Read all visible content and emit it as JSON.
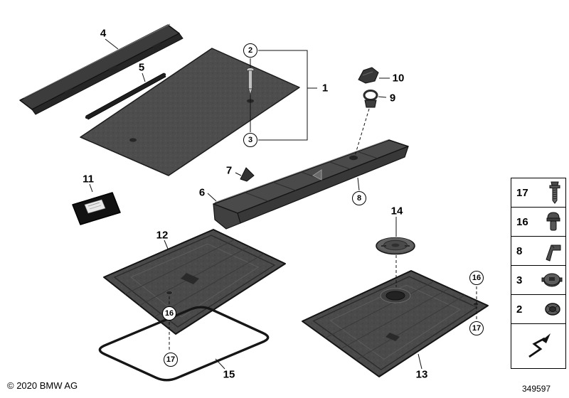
{
  "diagram": {
    "copyright": "© 2020 BMW AG",
    "number": "349597"
  },
  "callouts": {
    "item1": "1",
    "item2": "2",
    "item3": "3",
    "item4": "4",
    "item5": "5",
    "item6": "6",
    "item7": "7",
    "item8": "8",
    "item9": "9",
    "item10": "10",
    "item11": "11",
    "item12": "12",
    "item13": "13",
    "item14": "14",
    "item15": "15",
    "item16": "16",
    "item17": "17"
  },
  "legend": {
    "rows": [
      {
        "label": "17",
        "icon": "screw-icon"
      },
      {
        "label": "16",
        "icon": "expansion-rivet-icon"
      },
      {
        "label": "8",
        "icon": "spring-clip-icon"
      },
      {
        "label": "3",
        "icon": "grommet-icon"
      },
      {
        "label": "2",
        "icon": "plug-icon"
      }
    ],
    "reference_icon": "cross-reference-arrow-icon"
  }
}
